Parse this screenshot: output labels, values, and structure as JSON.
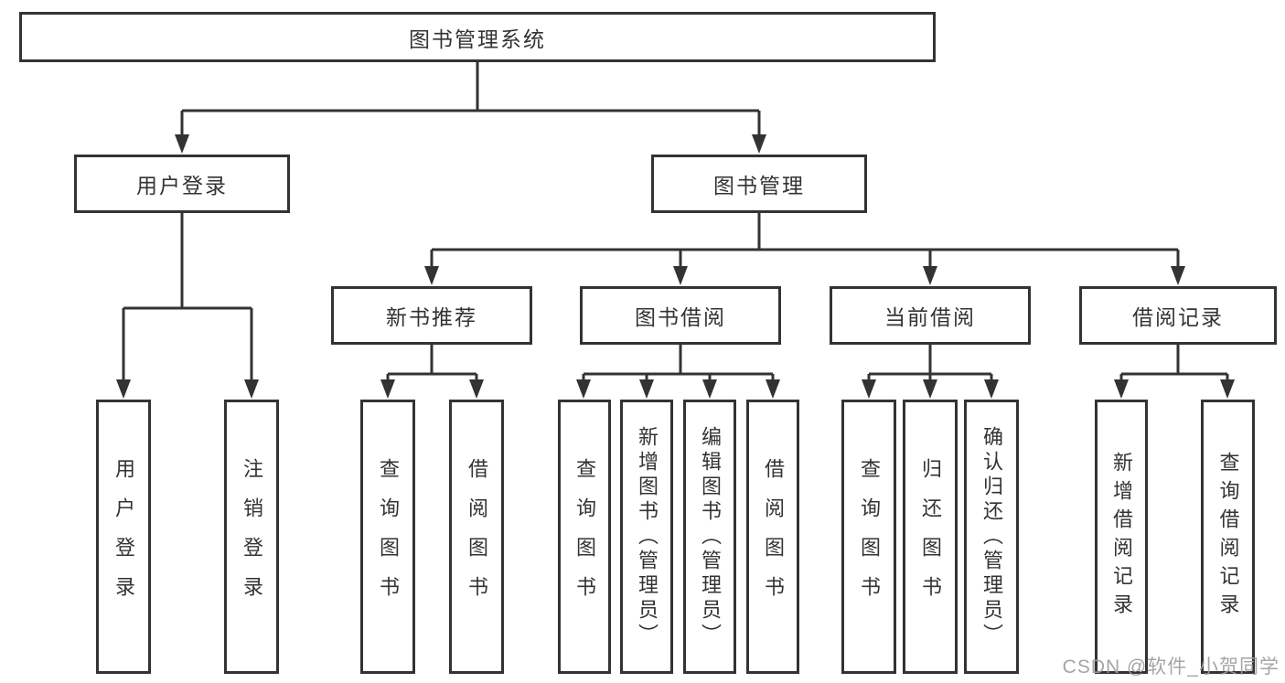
{
  "colors": {
    "line": "#333333",
    "box_border": "#333333",
    "box_fill": "#ffffff",
    "text": "#333333",
    "watermark": "#9e9e9e"
  },
  "watermark": {
    "text": "CSDN @软件_小贺同学"
  },
  "tree": {
    "label": "图书管理系统",
    "children": [
      {
        "label": "用户登录",
        "children": [
          {
            "label": "用户登录"
          },
          {
            "label": "注销登录"
          }
        ]
      },
      {
        "label": "图书管理",
        "children": [
          {
            "label": "新书推荐",
            "children": [
              {
                "label": "查询图书"
              },
              {
                "label": "借阅图书"
              }
            ]
          },
          {
            "label": "图书借阅",
            "children": [
              {
                "label": "查询图书"
              },
              {
                "label": "新增图书（管理员）"
              },
              {
                "label": "编辑图书（管理员）"
              },
              {
                "label": "借阅图书"
              }
            ]
          },
          {
            "label": "当前借阅",
            "children": [
              {
                "label": "查询图书"
              },
              {
                "label": "归还图书"
              },
              {
                "label": "确认归还（管理员）"
              }
            ]
          },
          {
            "label": "借阅记录",
            "children": [
              {
                "label": "新增借阅记录"
              },
              {
                "label": "查询借阅记录"
              }
            ]
          }
        ]
      }
    ]
  }
}
